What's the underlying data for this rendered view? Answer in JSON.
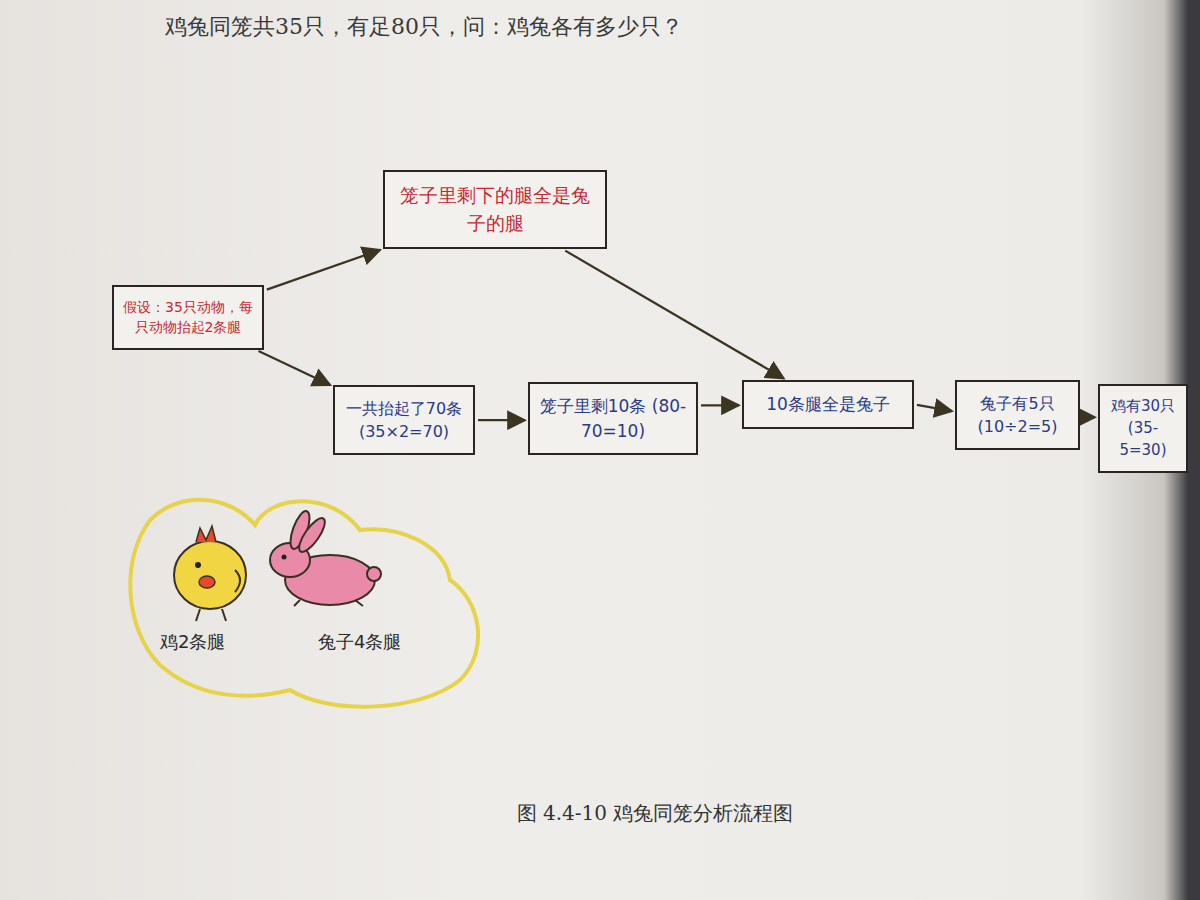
{
  "diagram": {
    "title": "鸡兔同笼共35只，有足80只，问：鸡兔各有多少只？",
    "caption": "图 4.4-10 鸡兔同笼分析流程图",
    "nodes": [
      {
        "text": [
          "假设：35只动物，每只动物抬起2条腿"
        ]
      },
      {
        "text": [
          "笼子里剩下的腿全是兔子的腿"
        ]
      },
      {
        "text": [
          "一共抬起了70条 (35×2=70)"
        ]
      },
      {
        "text": [
          "笼子里剩10条 (80-70=10)"
        ]
      },
      {
        "text": [
          "10条腿全是兔子"
        ]
      },
      {
        "text": [
          "兔子有5只 (10÷2=5)"
        ]
      },
      {
        "text": [
          "鸡有30只 (35-5=30)"
        ]
      }
    ],
    "edges": [
      {
        "from": 0,
        "to": 1,
        "arrow": "to"
      },
      {
        "from": 0,
        "to": 2,
        "arrow": "to"
      },
      {
        "from": 2,
        "to": 3,
        "arrow": "to"
      },
      {
        "from": 1,
        "to": 4,
        "arrow": "to"
      },
      {
        "from": 3,
        "to": 4,
        "arrow": "to"
      },
      {
        "from": 4,
        "to": 5,
        "arrow": "to"
      },
      {
        "from": 5,
        "to": 6,
        "arrow": "to"
      }
    ],
    "labels": [
      "鸡2条腿",
      "兔子4条腿"
    ]
  }
}
